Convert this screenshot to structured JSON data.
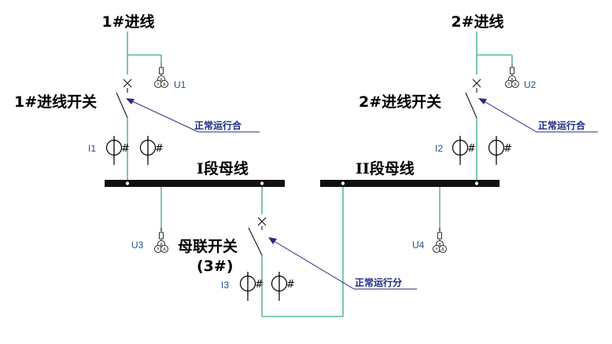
{
  "labels": {
    "incoming1": "1#进线",
    "incoming2": "2#进线",
    "switch1": "1#进线开关",
    "switch2": "2#进线开关",
    "bus1": "I段母线",
    "bus2": "II段母线",
    "tie_switch": "母联开关",
    "tie_switch_no": "(3#)",
    "note1": "正常运行合",
    "note2": "正常运行合",
    "note3": "正常运行分",
    "u1": "U1",
    "u2": "U2",
    "u3": "U3",
    "u4": "U4",
    "i1": "I1",
    "i2": "I2",
    "i3": "I3"
  },
  "colors": {
    "wire": "#5fb89a",
    "bus": "#111111",
    "note": "#1a2a80",
    "meter_label": "#1f4f8a"
  }
}
